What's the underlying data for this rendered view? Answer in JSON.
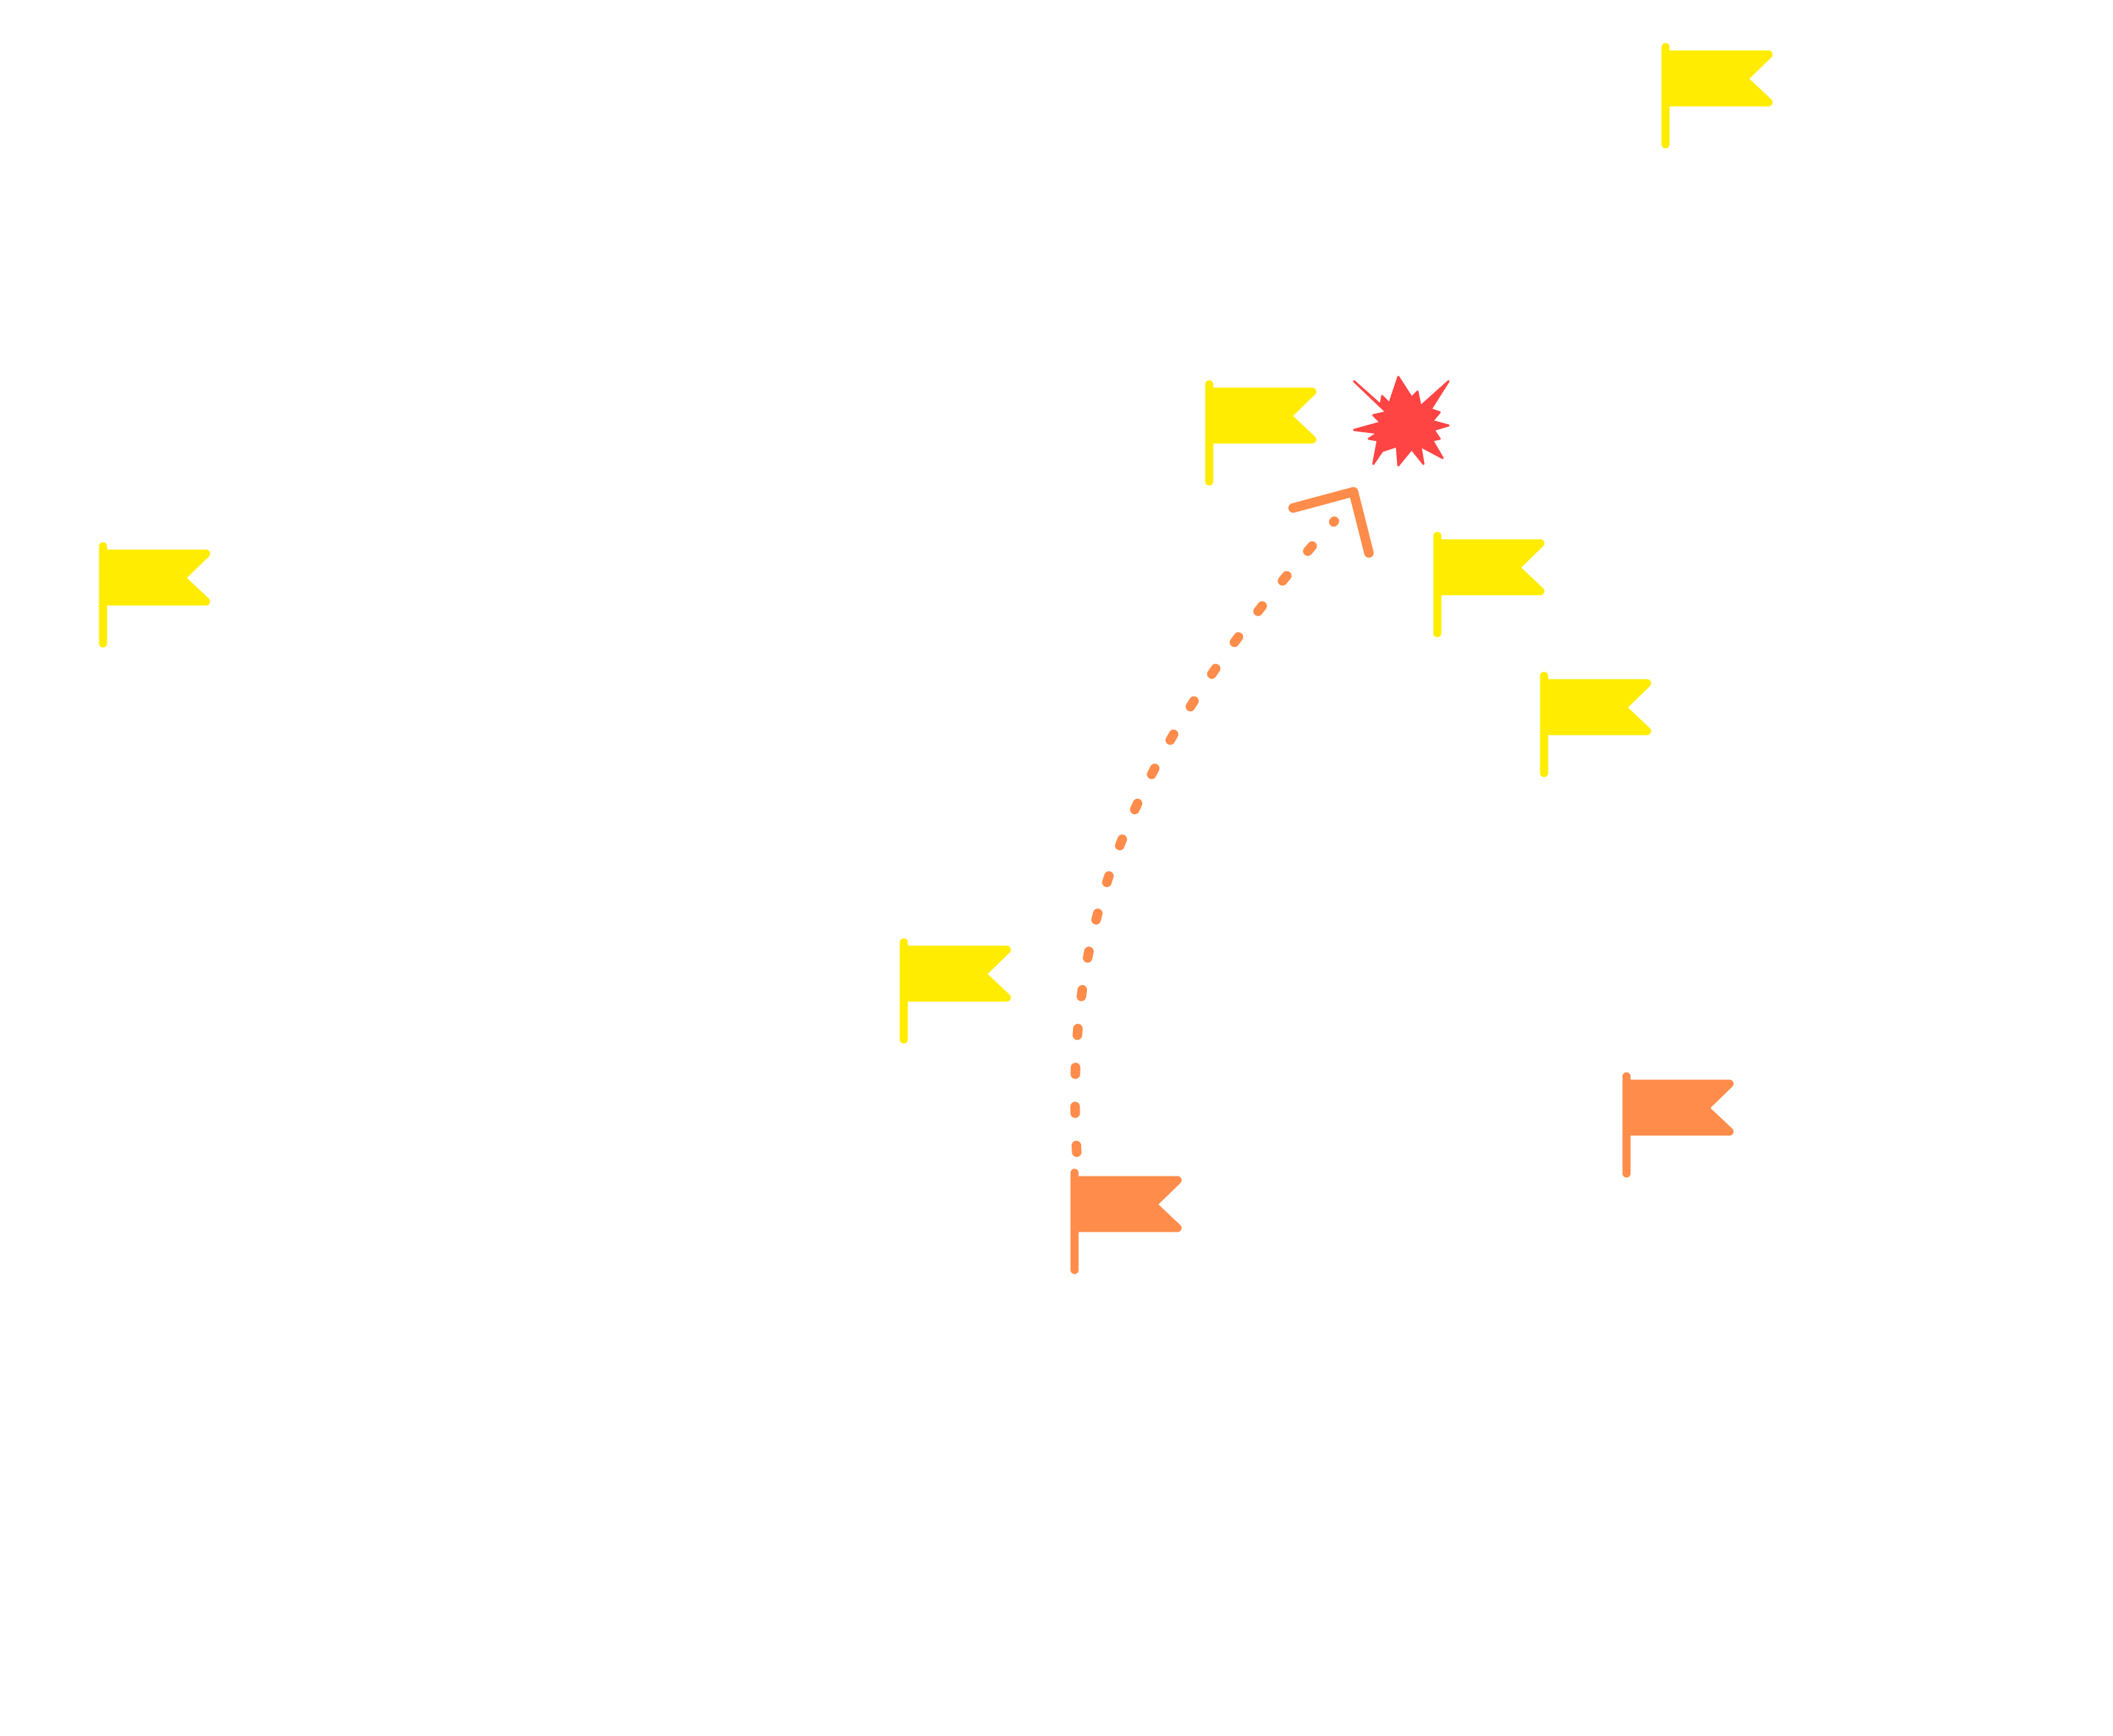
{
  "colors": {
    "background": "#ffffff",
    "yellow_flag": "#ffec00",
    "orange_flag": "#ff8c4a",
    "trajectory": "#ff8c4a",
    "explosion": "#ff4444"
  },
  "markers": [
    {
      "icon": "flag-icon",
      "team": "yellow"
    },
    {
      "icon": "flag-icon",
      "team": "yellow"
    },
    {
      "icon": "flag-icon",
      "team": "yellow"
    },
    {
      "icon": "flag-icon",
      "team": "yellow"
    },
    {
      "icon": "flag-icon",
      "team": "yellow"
    },
    {
      "icon": "flag-icon",
      "team": "yellow"
    },
    {
      "icon": "flag-icon",
      "team": "orange"
    },
    {
      "icon": "flag-icon",
      "team": "orange"
    }
  ],
  "trajectory": {
    "style": "dashed-arc",
    "icon": "arrow-head-icon",
    "from": "orange flag",
    "to": "explosion"
  },
  "impact": {
    "icon": "explosion-icon"
  }
}
